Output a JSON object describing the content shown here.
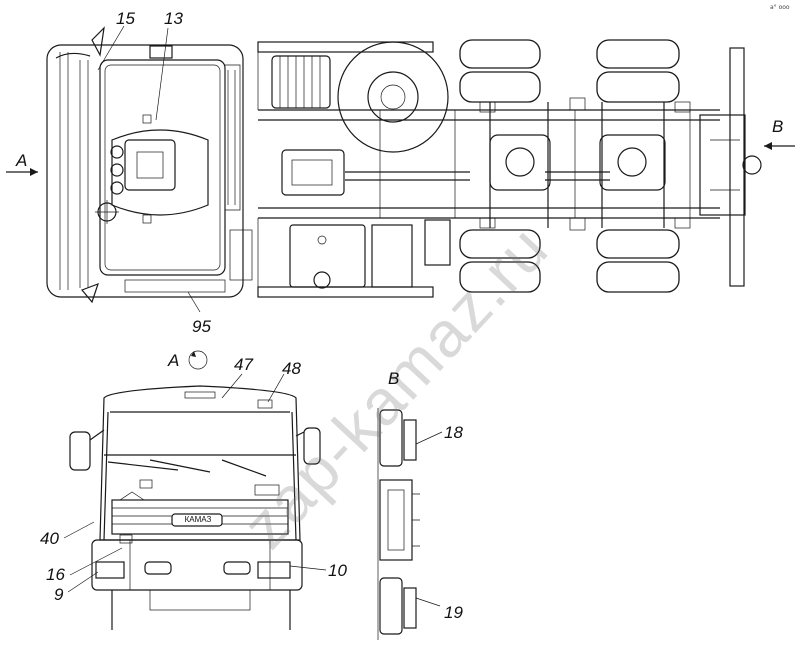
{
  "views": {
    "top_view_label_left": "A",
    "top_view_label_right": "B",
    "front_view_label": "A",
    "rear_view_label": "B"
  },
  "callouts": {
    "c15": "15",
    "c13": "13",
    "c95": "95",
    "c47": "47",
    "c48": "48",
    "c18": "18",
    "c40": "40",
    "c16": "16",
    "c9": "9",
    "c10": "10",
    "c19": "19"
  },
  "logo_text": "КАМАЗ",
  "watermark": "zap-kamaz.ru",
  "corner_mark": "a° ooo"
}
